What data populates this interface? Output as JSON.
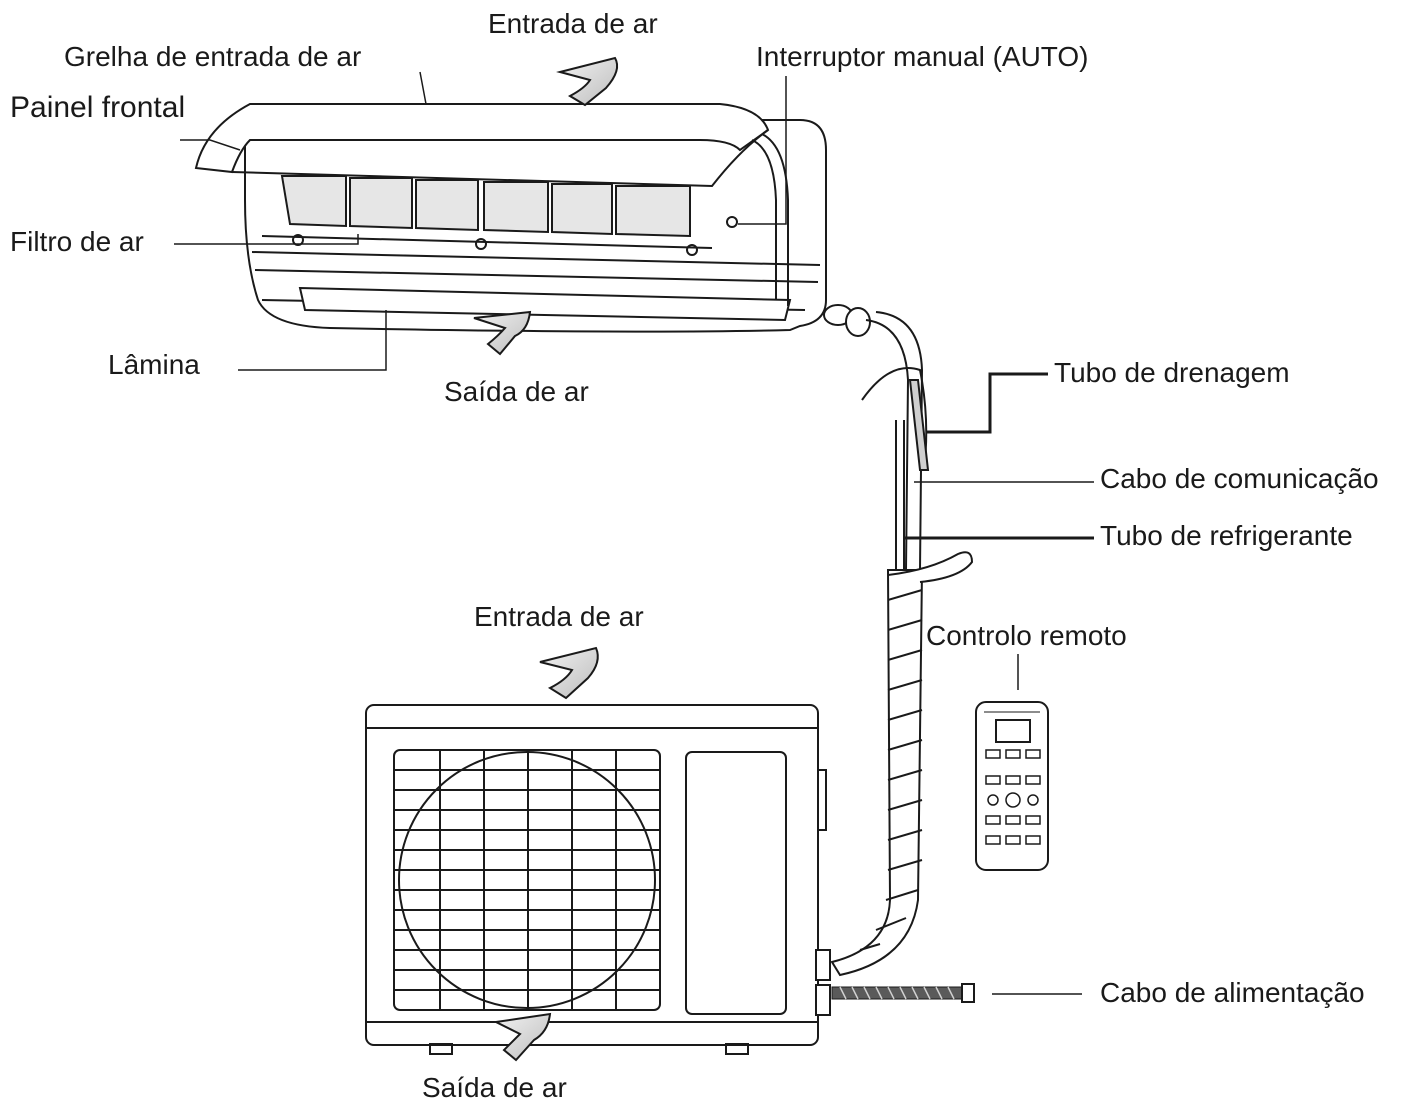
{
  "labels": {
    "indoor_air_inlet": "Entrada de ar",
    "inlet_grille": "Grelha de entrada de ar",
    "manual_switch": "Interruptor manual (AUTO)",
    "front_panel": "Painel frontal",
    "air_filter": "Filtro de ar",
    "louver": "Lâmina",
    "indoor_air_outlet": "Saída de ar",
    "drain_pipe": "Tubo de drenagem",
    "comm_cable": "Cabo de comunicação",
    "refrigerant_pipe": "Tubo de refrigerante",
    "remote_control": "Controlo remoto",
    "outdoor_air_inlet": "Entrada de ar",
    "power_cable": "Cabo de alimentação",
    "outdoor_air_outlet": "Saída de ar"
  },
  "colors": {
    "line": "#1a1a1a",
    "arrow_fill": "#d9d9d9",
    "filter_fill": "#e6e6e6"
  }
}
